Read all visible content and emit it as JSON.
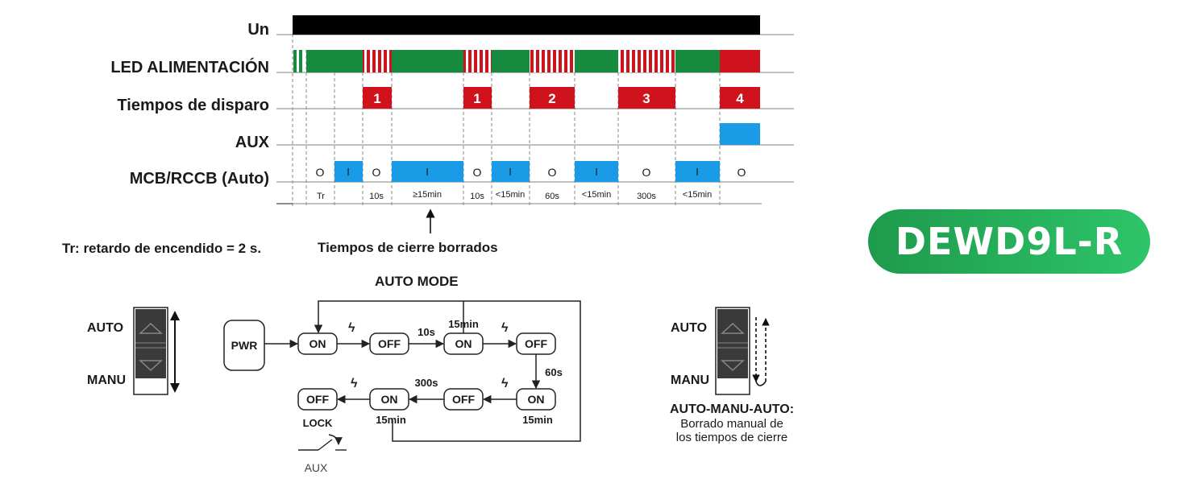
{
  "timing": {
    "rows": {
      "un": "Un",
      "led": "LED ALIMENTACIÓN",
      "trips": "Tiempos de disparo",
      "aux": "AUX",
      "mcb": "MCB/RCCB (Auto)"
    },
    "trip_numbers": [
      "1",
      "1",
      "2",
      "3",
      "4"
    ],
    "state_on": "I",
    "state_off": "O",
    "intervals": [
      "Tr",
      "10s",
      "≥15min",
      "10s",
      "<15min",
      "60s",
      "<15min",
      "300s",
      "<15min"
    ],
    "note_tr": "Tr: retardo de encendido = 2 s.",
    "note_reset": "Tiempos de cierre borrados",
    "colors": {
      "green": "#168a3e",
      "red": "#d0121c",
      "blue": "#1a9be6",
      "black": "#000000"
    }
  },
  "auto_mode": {
    "title": "AUTO MODE",
    "pwr": "PWR",
    "on": "ON",
    "off": "OFF",
    "t_10s": "10s",
    "t_15min": "15min",
    "t_60s": "60s",
    "t_300s": "300s",
    "lock": "LOCK",
    "aux": "AUX"
  },
  "switch_left": {
    "auto": "AUTO",
    "manu": "MANU"
  },
  "switch_right": {
    "auto": "AUTO",
    "manu": "MANU"
  },
  "manual_reset": {
    "title": "AUTO-MANU-AUTO:",
    "line1": "Borrado manual de",
    "line2": "los tiempos de cierre"
  },
  "product": {
    "name": "DEWD9L-R"
  }
}
